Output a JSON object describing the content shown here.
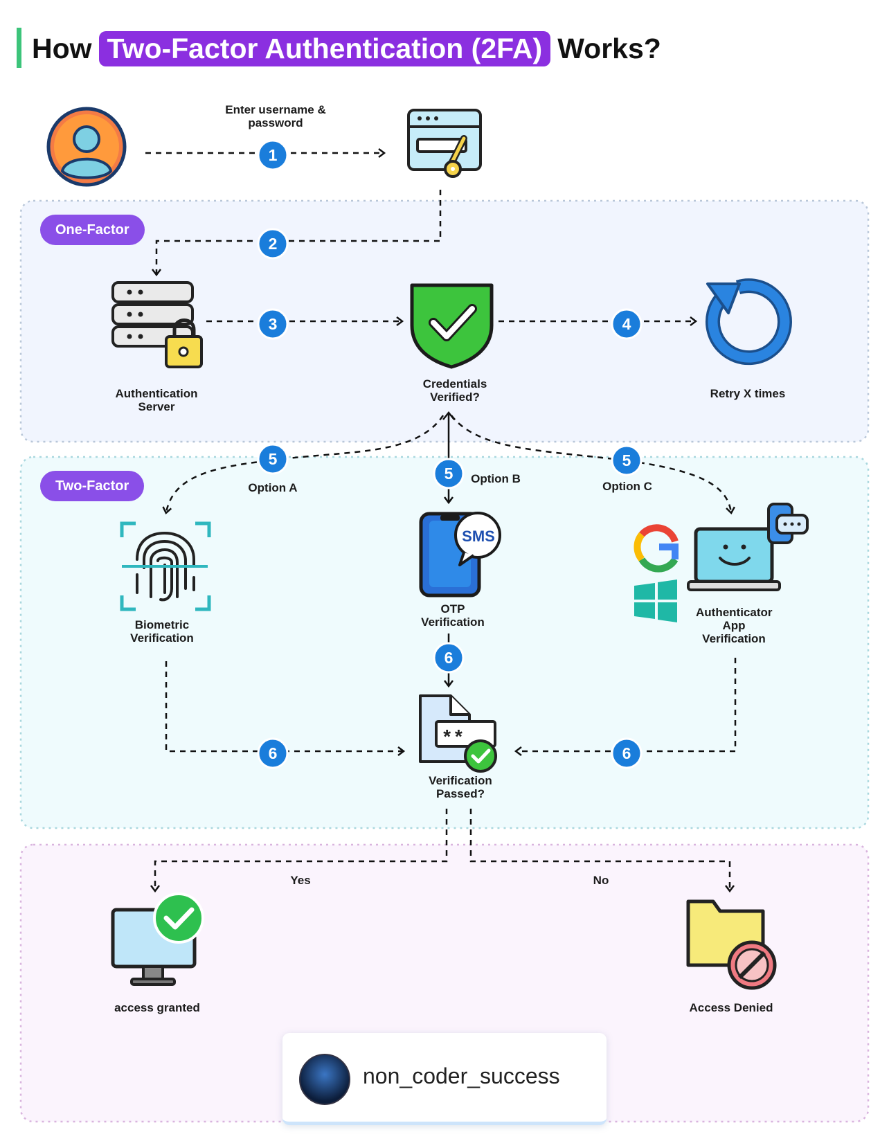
{
  "title": {
    "prefix": "How",
    "highlight": "Two-Factor Authentication (2FA)",
    "suffix": "Works?"
  },
  "sections": {
    "one_factor": "One-Factor",
    "two_factor": "Two-Factor"
  },
  "nodes": {
    "credentials_step": "Enter username & password",
    "auth_server": "Authentication Server",
    "credentials_verified": "Credentials Verified?",
    "retry": "Retry X times",
    "biometric": "Biometric Verification",
    "otp": "OTP Verification",
    "authenticator": "Authenticator App Verification",
    "verification_passed": "Verification Passed?",
    "access_granted": "access granted",
    "access_denied": "Access Denied"
  },
  "options": {
    "a": "Option A",
    "b": "Option B",
    "c": "Option C"
  },
  "branches": {
    "yes": "Yes",
    "no": "No"
  },
  "badges": [
    "1",
    "2",
    "3",
    "4",
    "5",
    "5",
    "5",
    "6",
    "6",
    "6"
  ],
  "sms_text": "SMS",
  "password_mask": "**",
  "footer": {
    "account": "non_coder_success"
  },
  "colors": {
    "title_highlight": "#8b2fe0",
    "pill": "#8a4fe8",
    "badge": "#1a7ddb",
    "shield": "#3dc43d",
    "retry": "#2a84e0"
  }
}
